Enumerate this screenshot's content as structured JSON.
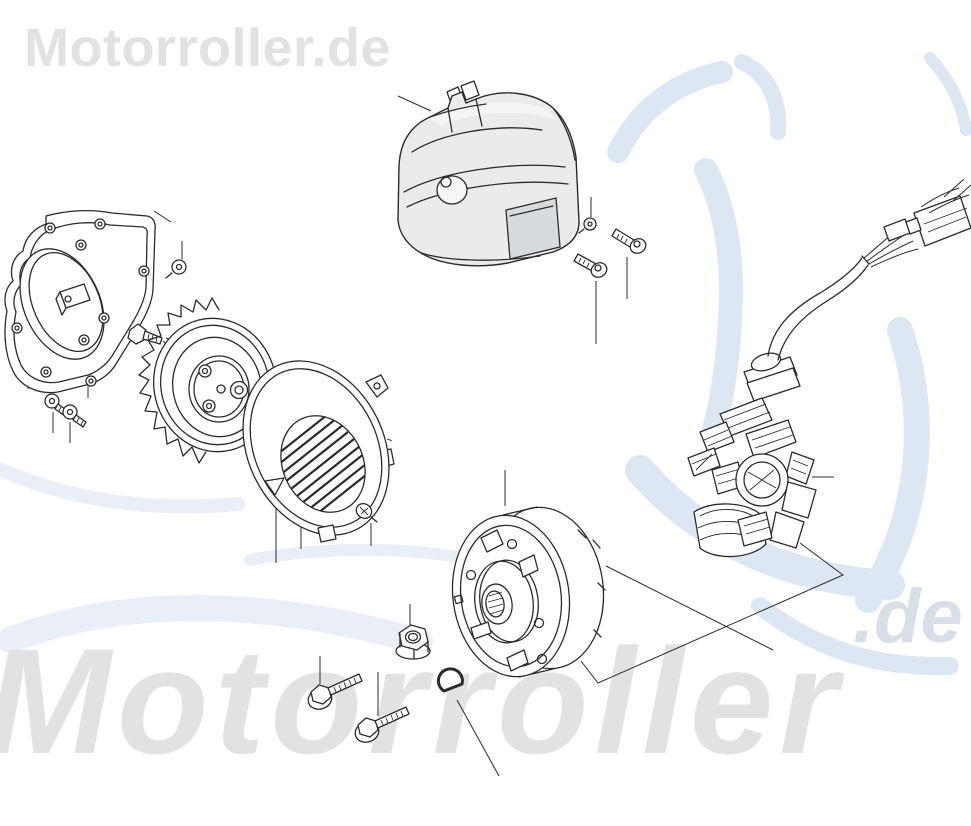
{
  "watermarks": {
    "brand_top": "Motorroller.de",
    "brand_bottom": "Motorroller",
    "brand_bottom_suffix": ".de"
  },
  "colors": {
    "background": "#ffffff",
    "watermark_gray": "#e2e2e2",
    "watermark_gray_dark": "#d9dfe9",
    "watermark_blue": "#dde7f3",
    "watermark_blue_light": "#e9eef7",
    "line_art": "#2b2b2b"
  }
}
